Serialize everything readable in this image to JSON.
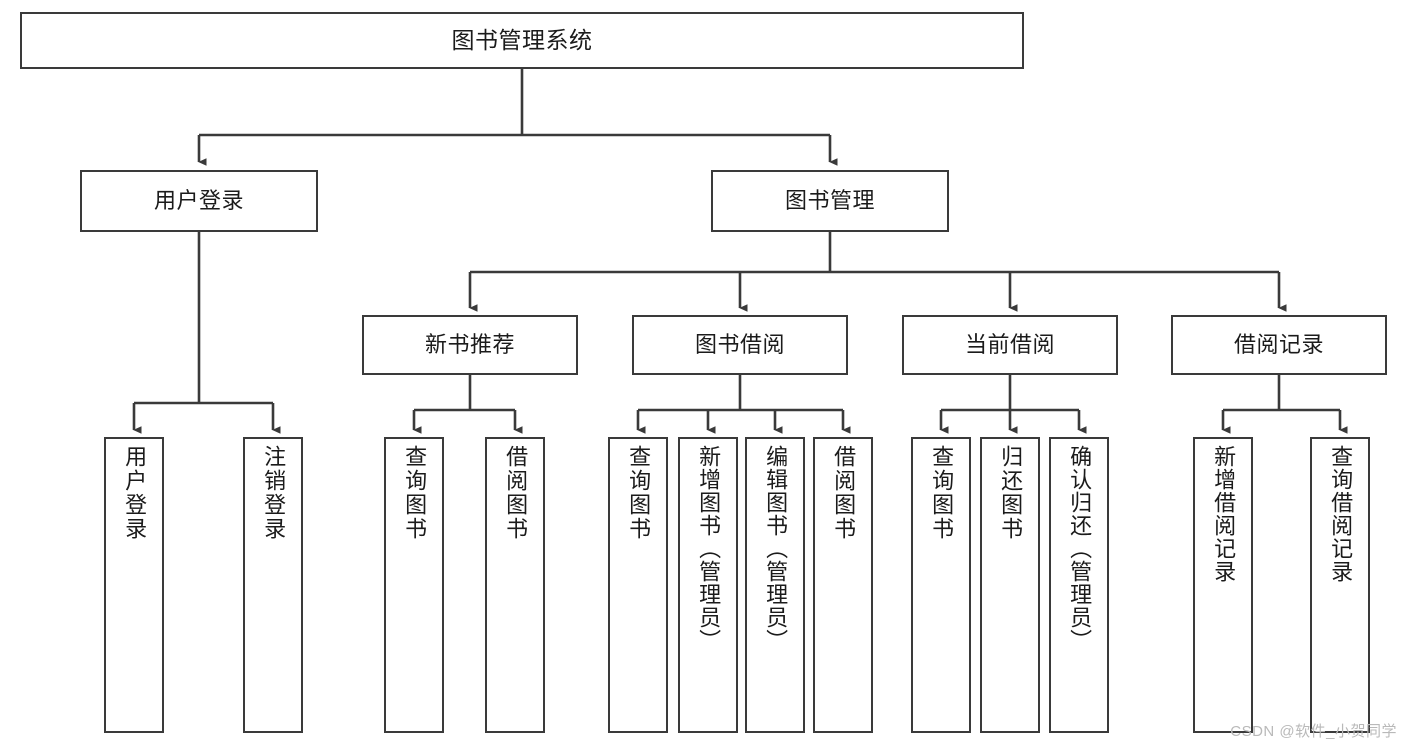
{
  "diagram": {
    "title": "图书管理系统",
    "type": "hierarchy-tree",
    "colors": {
      "box_border": "#3a3a3a",
      "box_fill": "#ffffff",
      "edge": "#3a3a3a",
      "text": "#1b1b1b",
      "watermark": "#b9b9b9"
    },
    "root": {
      "label": "图书管理系统"
    },
    "level1": [
      {
        "label": "用户登录"
      },
      {
        "label": "图书管理"
      }
    ],
    "level2": [
      {
        "label": "新书推荐"
      },
      {
        "label": "图书借阅"
      },
      {
        "label": "当前借阅"
      },
      {
        "label": "借阅记录"
      }
    ],
    "leaves": {
      "user_login": [
        {
          "label": "用户登录"
        },
        {
          "label": "注销登录"
        }
      ],
      "new_book_recommend": [
        {
          "label": "查询图书"
        },
        {
          "label": "借阅图书"
        }
      ],
      "book_borrow": [
        {
          "label": "查询图书"
        },
        {
          "label": "新增图书（管理员）"
        },
        {
          "label": "编辑图书（管理员）"
        },
        {
          "label": "借阅图书"
        }
      ],
      "current_borrow": [
        {
          "label": "查询图书"
        },
        {
          "label": "归还图书"
        },
        {
          "label": "确认归还（管理员）"
        }
      ],
      "borrow_record": [
        {
          "label": "新增借阅记录"
        },
        {
          "label": "查询借阅记录"
        }
      ]
    }
  },
  "watermark": {
    "text": "CSDN @软件_小贺同学"
  }
}
